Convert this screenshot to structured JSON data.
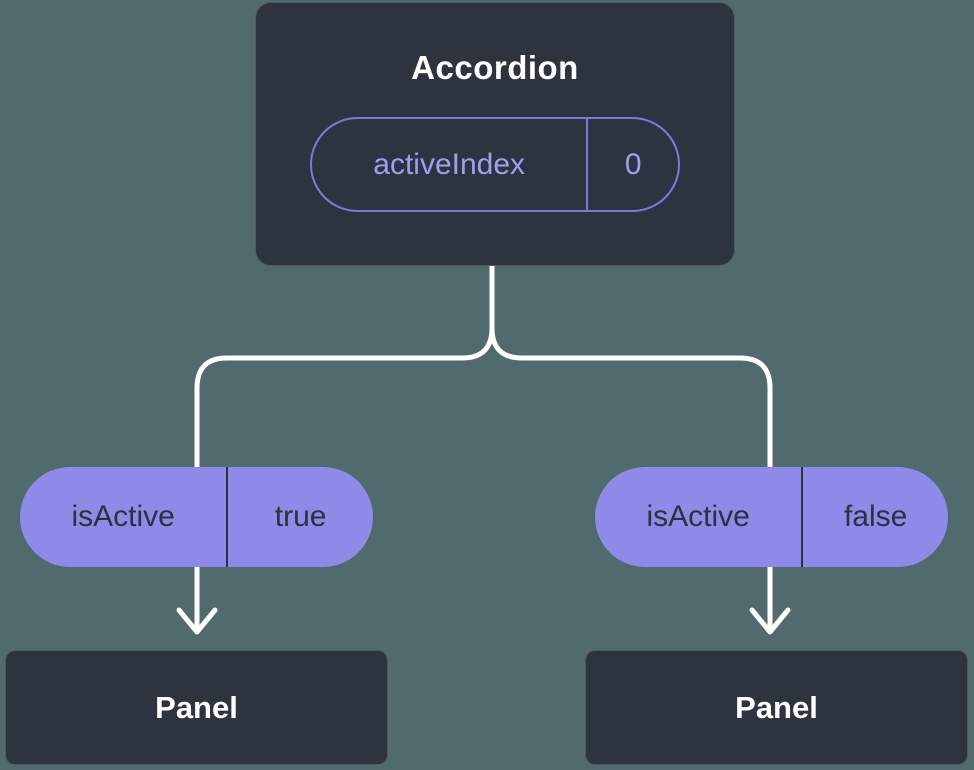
{
  "colors": {
    "background": "#506a6d",
    "box": "#2d3440",
    "pill_fill": "#8e8be8",
    "pill_border": "#7d78dd",
    "pill_text_dark": "#2b3140",
    "accent_text": "#a29df1",
    "line": "#ffffff",
    "text": "#ffffff"
  },
  "tree": {
    "root": {
      "label": "Accordion",
      "prop": {
        "name": "activeIndex",
        "value": "0"
      }
    },
    "children": [
      {
        "label": "Panel",
        "prop": {
          "name": "isActive",
          "value": "true"
        }
      },
      {
        "label": "Panel",
        "prop": {
          "name": "isActive",
          "value": "false"
        }
      }
    ]
  }
}
